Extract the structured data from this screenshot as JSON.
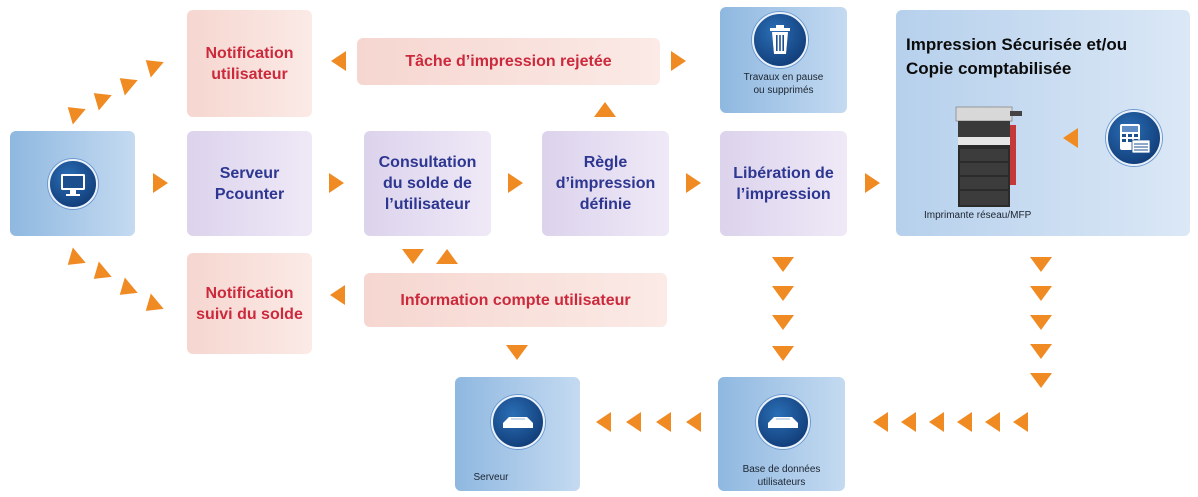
{
  "nodes": {
    "notif_user": "Notification\nutilisateur",
    "job_rejected": "Tâche d’impression rejetée",
    "paused_jobs": "Travaux en pause\nou supprimés",
    "secure_print": "Impression Sécurisée et/ou\nCopie comptabilisée",
    "printer_label": "Imprimante réseau/MFP",
    "server_pcounter": "Serveur\nPcounter",
    "balance_check": "Consultation\ndu solde de\nl’utilisateur",
    "print_rule": "Règle\nd’impression\ndéfinie",
    "print_release": "Libération de\nl’impression",
    "notif_balance": "Notification\nsuivi du solde",
    "account_info": "Information compte utilisateur",
    "server": "Serveur",
    "user_db": "Base de données\nutilisateurs"
  },
  "icons": {
    "workstation": "monitor-icon",
    "trash": "trash-icon",
    "printer": "printer-icon",
    "calculator": "calculator-icon",
    "server": "server-icon",
    "database": "database-icon"
  },
  "colors": {
    "arrow": "#f08a22",
    "pink_text": "#cc2a3c",
    "purple_text": "#2d3691",
    "icon_blue": "#14427f"
  }
}
